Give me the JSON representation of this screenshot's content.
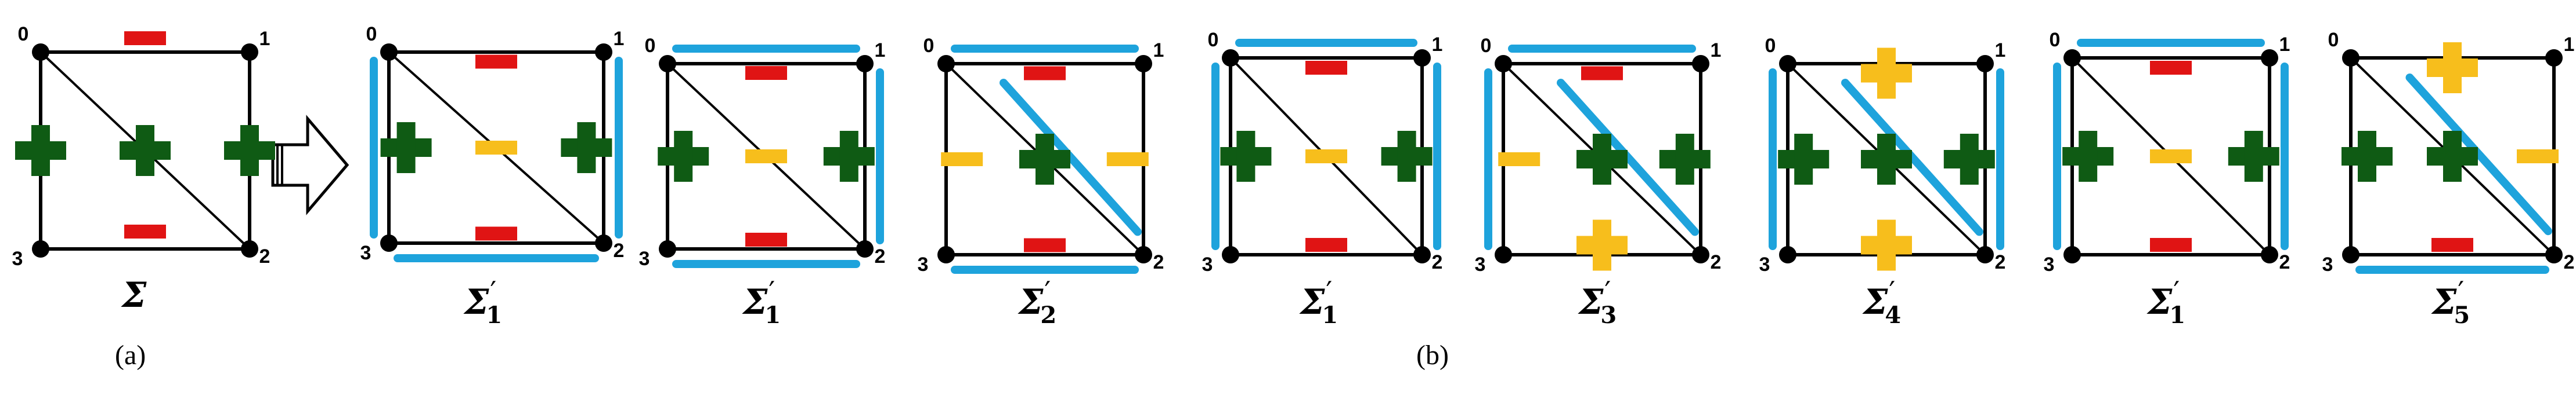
{
  "colors": {
    "edge": "#000000",
    "blue_highlight": "#1ea3dc",
    "plus_green": "#0f5b14",
    "minus_red": "#e01414",
    "minus_yellow": "#f7be1c",
    "plus_yellow": "#f7be1c"
  },
  "vertex_labels": [
    "0",
    "1",
    "2",
    "3"
  ],
  "panels": [
    {
      "id": "sigma",
      "symbol": "Σ",
      "subscript": "",
      "prime": false,
      "marks": {
        "top": "minus-red",
        "right": "plus-green",
        "bottom": "minus-red",
        "left": "plus-green",
        "diagonal": "plus-green"
      },
      "blue_edges": []
    },
    {
      "id": "s1a",
      "symbol": "Σ",
      "subscript": "1",
      "prime": true,
      "marks": {
        "top": "minus-red",
        "right": "plus-green",
        "bottom": "minus-red",
        "left": "plus-green",
        "diagonal": "minus-yellow"
      },
      "blue_edges": [
        "left",
        "right",
        "bottom"
      ]
    },
    {
      "id": "s1b",
      "symbol": "Σ",
      "subscript": "1",
      "prime": true,
      "marks": {
        "top": "minus-red",
        "right": "plus-green",
        "bottom": "minus-red",
        "left": "plus-green",
        "diagonal": "minus-yellow"
      },
      "blue_edges": [
        "top",
        "right",
        "bottom"
      ]
    },
    {
      "id": "s2",
      "symbol": "Σ",
      "subscript": "2",
      "prime": true,
      "marks": {
        "top": "minus-red",
        "right": "minus-yellow",
        "bottom": "minus-red",
        "left": "minus-yellow",
        "diagonal": "plus-green"
      },
      "blue_edges": [
        "top",
        "bottom",
        "diagonal"
      ]
    },
    {
      "id": "s1c",
      "symbol": "Σ",
      "subscript": "1",
      "prime": true,
      "marks": {
        "top": "minus-red",
        "right": "plus-green",
        "bottom": "minus-red",
        "left": "plus-green",
        "diagonal": "minus-yellow"
      },
      "blue_edges": [
        "top",
        "left",
        "right"
      ]
    },
    {
      "id": "s3",
      "symbol": "Σ",
      "subscript": "3",
      "prime": true,
      "marks": {
        "top": "minus-red",
        "right": "plus-green",
        "bottom": "plus-yellow",
        "left": "minus-yellow",
        "diagonal": "plus-green"
      },
      "blue_edges": [
        "top",
        "left",
        "diagonal"
      ]
    },
    {
      "id": "s4",
      "symbol": "Σ",
      "subscript": "4",
      "prime": true,
      "marks": {
        "top": "plus-yellow",
        "right": "plus-green",
        "bottom": "plus-yellow",
        "left": "plus-green",
        "diagonal": "plus-green"
      },
      "blue_edges": [
        "left",
        "right",
        "diagonal"
      ]
    },
    {
      "id": "s1d",
      "symbol": "Σ",
      "subscript": "1",
      "prime": true,
      "marks": {
        "top": "minus-red",
        "right": "plus-green",
        "bottom": "minus-red",
        "left": "plus-green",
        "diagonal": "minus-yellow"
      },
      "blue_edges": [
        "top",
        "left",
        "right"
      ]
    },
    {
      "id": "s5",
      "symbol": "Σ",
      "subscript": "5",
      "prime": true,
      "marks": {
        "top": "plus-yellow",
        "right": "minus-yellow",
        "bottom": "minus-red",
        "left": "plus-green",
        "diagonal": "plus-green"
      },
      "blue_edges": [
        "bottom",
        "diagonal"
      ]
    }
  ],
  "arrow": {
    "direction": "right",
    "style": "hollow"
  },
  "captions": {
    "a": "(a)",
    "b": "(b)"
  }
}
